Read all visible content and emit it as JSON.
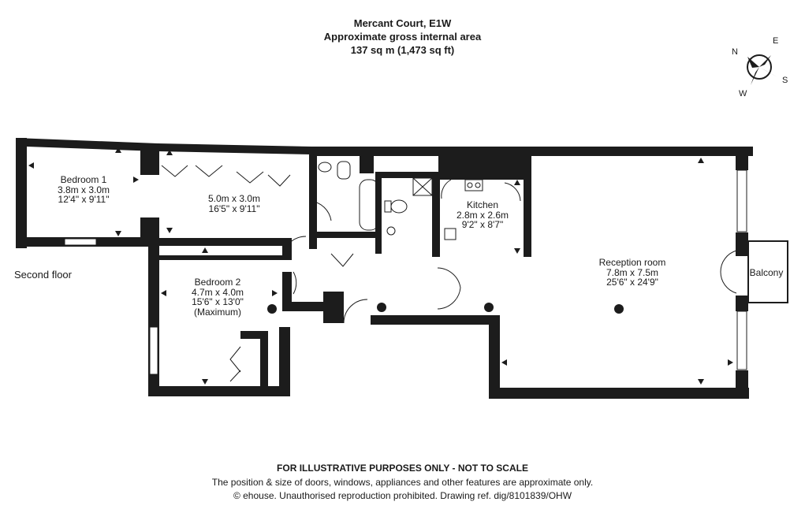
{
  "header": {
    "property": "Mercant Court, E1W",
    "area_label": "Approximate gross internal area",
    "area_value": "137 sq m (1,473 sq ft)"
  },
  "compass": {
    "n": "N",
    "e": "E",
    "s": "S",
    "w": "W"
  },
  "floor_label": "Second floor",
  "rooms": {
    "bedroom1": {
      "name": "Bedroom 1",
      "metric": "3.8m x 3.0m",
      "imperial": "12'4\" x 9'11\""
    },
    "unnamed": {
      "metric": "5.0m x 3.0m",
      "imperial": "16'5\" x 9'11\""
    },
    "kitchen": {
      "name": "Kitchen",
      "metric": "2.8m x 2.6m",
      "imperial": "9'2\" x 8'7\""
    },
    "reception": {
      "name": "Reception room",
      "metric": "7.8m x 7.5m",
      "imperial": "25'6\" x 24'9\""
    },
    "bedroom2": {
      "name": "Bedroom 2",
      "metric": "4.7m x 4.0m",
      "imperial": "15'6\" x 13'0\"",
      "note": "(Maximum)"
    },
    "balcony": {
      "name": "Balcony"
    }
  },
  "footer": {
    "disclaimer": "FOR ILLUSTRATIVE PURPOSES ONLY - NOT TO SCALE",
    "note": "The position & size of doors, windows, appliances and other features are approximate only.",
    "copyright": "© ehouse. Unauthorised reproduction prohibited. Drawing ref. dig/8101839/OHW"
  },
  "colors": {
    "wall": "#1c1c1c",
    "text": "#1a1a1a",
    "background": "#ffffff"
  }
}
